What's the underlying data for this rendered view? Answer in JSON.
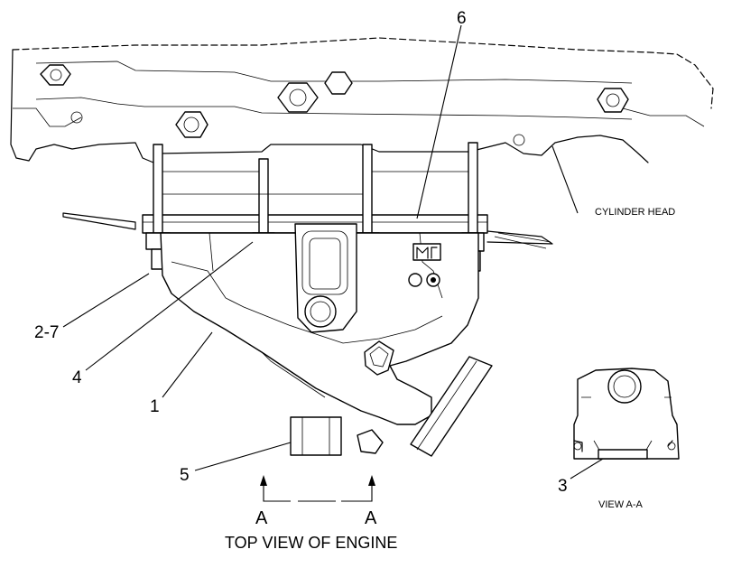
{
  "callouts": {
    "c6": "6",
    "c2_7": "2-7",
    "c4": "4",
    "c1": "1",
    "c5": "5",
    "c3": "3"
  },
  "labels": {
    "cylinder_head": "CYLINDER HEAD",
    "section_a_left": "A",
    "section_a_right": "A",
    "top_view": "TOP VIEW OF ENGINE",
    "view_aa": "VIEW A-A"
  }
}
